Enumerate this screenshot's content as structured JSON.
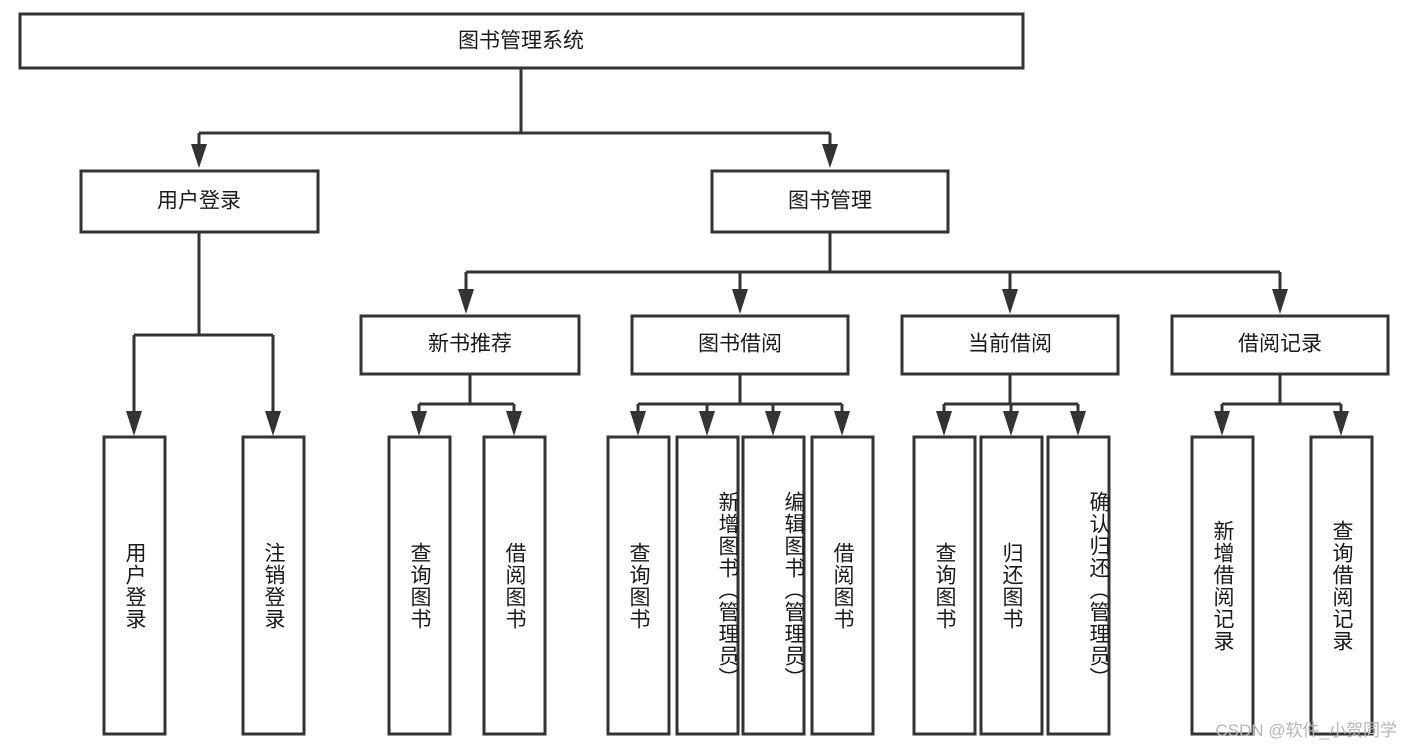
{
  "diagram": {
    "type": "tree",
    "title": "图书管理系统",
    "watermark": "CSDN @软件_小贺同学",
    "root": {
      "id": "root",
      "label": "图书管理系统",
      "orientation": "horizontal"
    },
    "level2": [
      {
        "id": "user-login",
        "label": "用户登录",
        "orientation": "horizontal"
      },
      {
        "id": "book-manage",
        "label": "图书管理",
        "orientation": "horizontal"
      }
    ],
    "level3": [
      {
        "id": "new-book-recommend",
        "label": "新书推荐",
        "orientation": "horizontal",
        "parent": "book-manage"
      },
      {
        "id": "book-borrow",
        "label": "图书借阅",
        "orientation": "horizontal",
        "parent": "book-manage"
      },
      {
        "id": "current-borrow",
        "label": "当前借阅",
        "orientation": "horizontal",
        "parent": "book-manage"
      },
      {
        "id": "borrow-record",
        "label": "借阅记录",
        "orientation": "horizontal",
        "parent": "book-manage"
      }
    ],
    "leaves": [
      {
        "id": "leaf-user-login",
        "label": "用户登录",
        "orientation": "vertical",
        "parent": "user-login"
      },
      {
        "id": "leaf-user-logout",
        "label": "注销登录",
        "orientation": "vertical",
        "parent": "user-login"
      },
      {
        "id": "leaf-query-book-1",
        "label": "查询图书",
        "orientation": "vertical",
        "parent": "new-book-recommend"
      },
      {
        "id": "leaf-borrow-book-1",
        "label": "借阅图书",
        "orientation": "vertical",
        "parent": "new-book-recommend"
      },
      {
        "id": "leaf-query-book-2",
        "label": "查询图书",
        "orientation": "vertical",
        "parent": "book-borrow"
      },
      {
        "id": "leaf-add-book",
        "label": "新增图书（管理员）",
        "orientation": "vertical",
        "parent": "book-borrow"
      },
      {
        "id": "leaf-edit-book",
        "label": "编辑图书（管理员）",
        "orientation": "vertical",
        "parent": "book-borrow"
      },
      {
        "id": "leaf-borrow-book-2",
        "label": "借阅图书",
        "orientation": "vertical",
        "parent": "book-borrow"
      },
      {
        "id": "leaf-query-book-3",
        "label": "查询图书",
        "orientation": "vertical",
        "parent": "current-borrow"
      },
      {
        "id": "leaf-return-book",
        "label": "归还图书",
        "orientation": "vertical",
        "parent": "current-borrow"
      },
      {
        "id": "leaf-confirm-return",
        "label": "确认归还（管理员）",
        "orientation": "vertical",
        "parent": "current-borrow"
      },
      {
        "id": "leaf-add-record",
        "label": "新增借阅记录",
        "orientation": "vertical",
        "parent": "borrow-record"
      },
      {
        "id": "leaf-query-record",
        "label": "查询借阅记录",
        "orientation": "vertical",
        "parent": "borrow-record"
      }
    ],
    "colors": {
      "stroke": "#333333",
      "fill": "#ffffff",
      "text": "#1a1a1a",
      "watermark": "#b6b6b6"
    }
  }
}
